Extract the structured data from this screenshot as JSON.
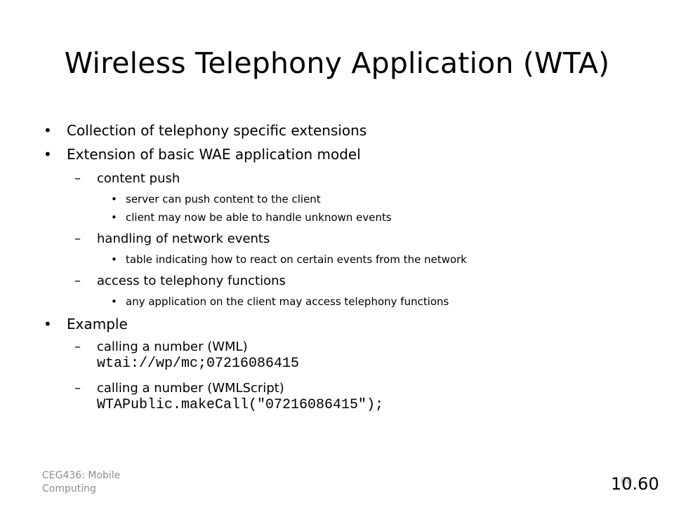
{
  "slide": {
    "title": "Wireless Telephony Application (WTA)",
    "bullets": {
      "b1": "Collection of telephony specific extensions",
      "b2": "Extension of basic WAE application model",
      "b2_1": "content push",
      "b2_1_1": "server can push content to the client",
      "b2_1_2": "client may now be able to handle unknown events",
      "b2_2": "handling of network events",
      "b2_2_1": "table indicating how to react on certain events from the network",
      "b2_3": "access to telephony functions",
      "b2_3_1": "any application on the client may access telephony functions",
      "b3": "Example",
      "b3_1": "calling a number (WML)",
      "b3_1_code": "wtai://wp/mc;07216086415",
      "b3_2": "calling a number (WMLScript)",
      "b3_2_code": "WTAPublic.makeCall(\"07216086415\");"
    },
    "markers": {
      "level1": "•",
      "level2": "–",
      "level3": "•"
    },
    "footer": {
      "course": "CEG436: Mobile Computing",
      "page_faint": "60",
      "page": "10.60"
    }
  }
}
